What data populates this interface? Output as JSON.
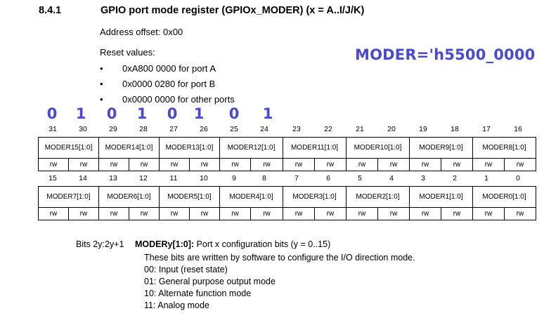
{
  "section": {
    "number": "8.4.1",
    "title": "GPIO port mode register (GPIOx_MODER) (x = A..I/J/K)"
  },
  "address_offset": "Address offset: 0x00",
  "reset_values_label": "Reset values:",
  "reset_values": [
    "0xA800 0000 for port A",
    "0x0000 0280 for port B",
    "0x0000 0000 for other ports"
  ],
  "annotation": {
    "moder_value": "MODER='h5500_0000",
    "bits": [
      "0",
      "1",
      "0",
      "1",
      "0",
      "1",
      "0",
      "1"
    ],
    "color": "#4a4ad0"
  },
  "register": {
    "upper_bit_numbers": [
      "31",
      "30",
      "29",
      "28",
      "27",
      "26",
      "25",
      "24",
      "23",
      "22",
      "21",
      "20",
      "19",
      "18",
      "17",
      "16"
    ],
    "upper_fields": [
      "MODER15[1:0]",
      "MODER14[1:0]",
      "MODER13[1:0]",
      "MODER12[1:0]",
      "MODER11[1:0]",
      "MODER10[1:0]",
      "MODER9[1:0]",
      "MODER8[1:0]"
    ],
    "lower_bit_numbers": [
      "15",
      "14",
      "13",
      "12",
      "11",
      "10",
      "9",
      "8",
      "7",
      "6",
      "5",
      "4",
      "3",
      "2",
      "1",
      "0"
    ],
    "lower_fields": [
      "MODER7[1:0]",
      "MODER6[1:0]",
      "MODER5[1:0]",
      "MODER4[1:0]",
      "MODER3[1:0]",
      "MODER2[1:0]",
      "MODER1[1:0]",
      "MODER0[1:0]"
    ],
    "access": "rw"
  },
  "description": {
    "bits_label": "Bits 2y:2y+1",
    "field_name": "MODERy[1:0]:",
    "field_summary": "Port x configuration bits (y = 0..15)",
    "lines": [
      "These bits are written by software to configure the I/O direction mode.",
      "00: Input (reset state)",
      "01: General purpose output mode",
      "10: Alternate function mode",
      "11: Analog mode"
    ]
  }
}
